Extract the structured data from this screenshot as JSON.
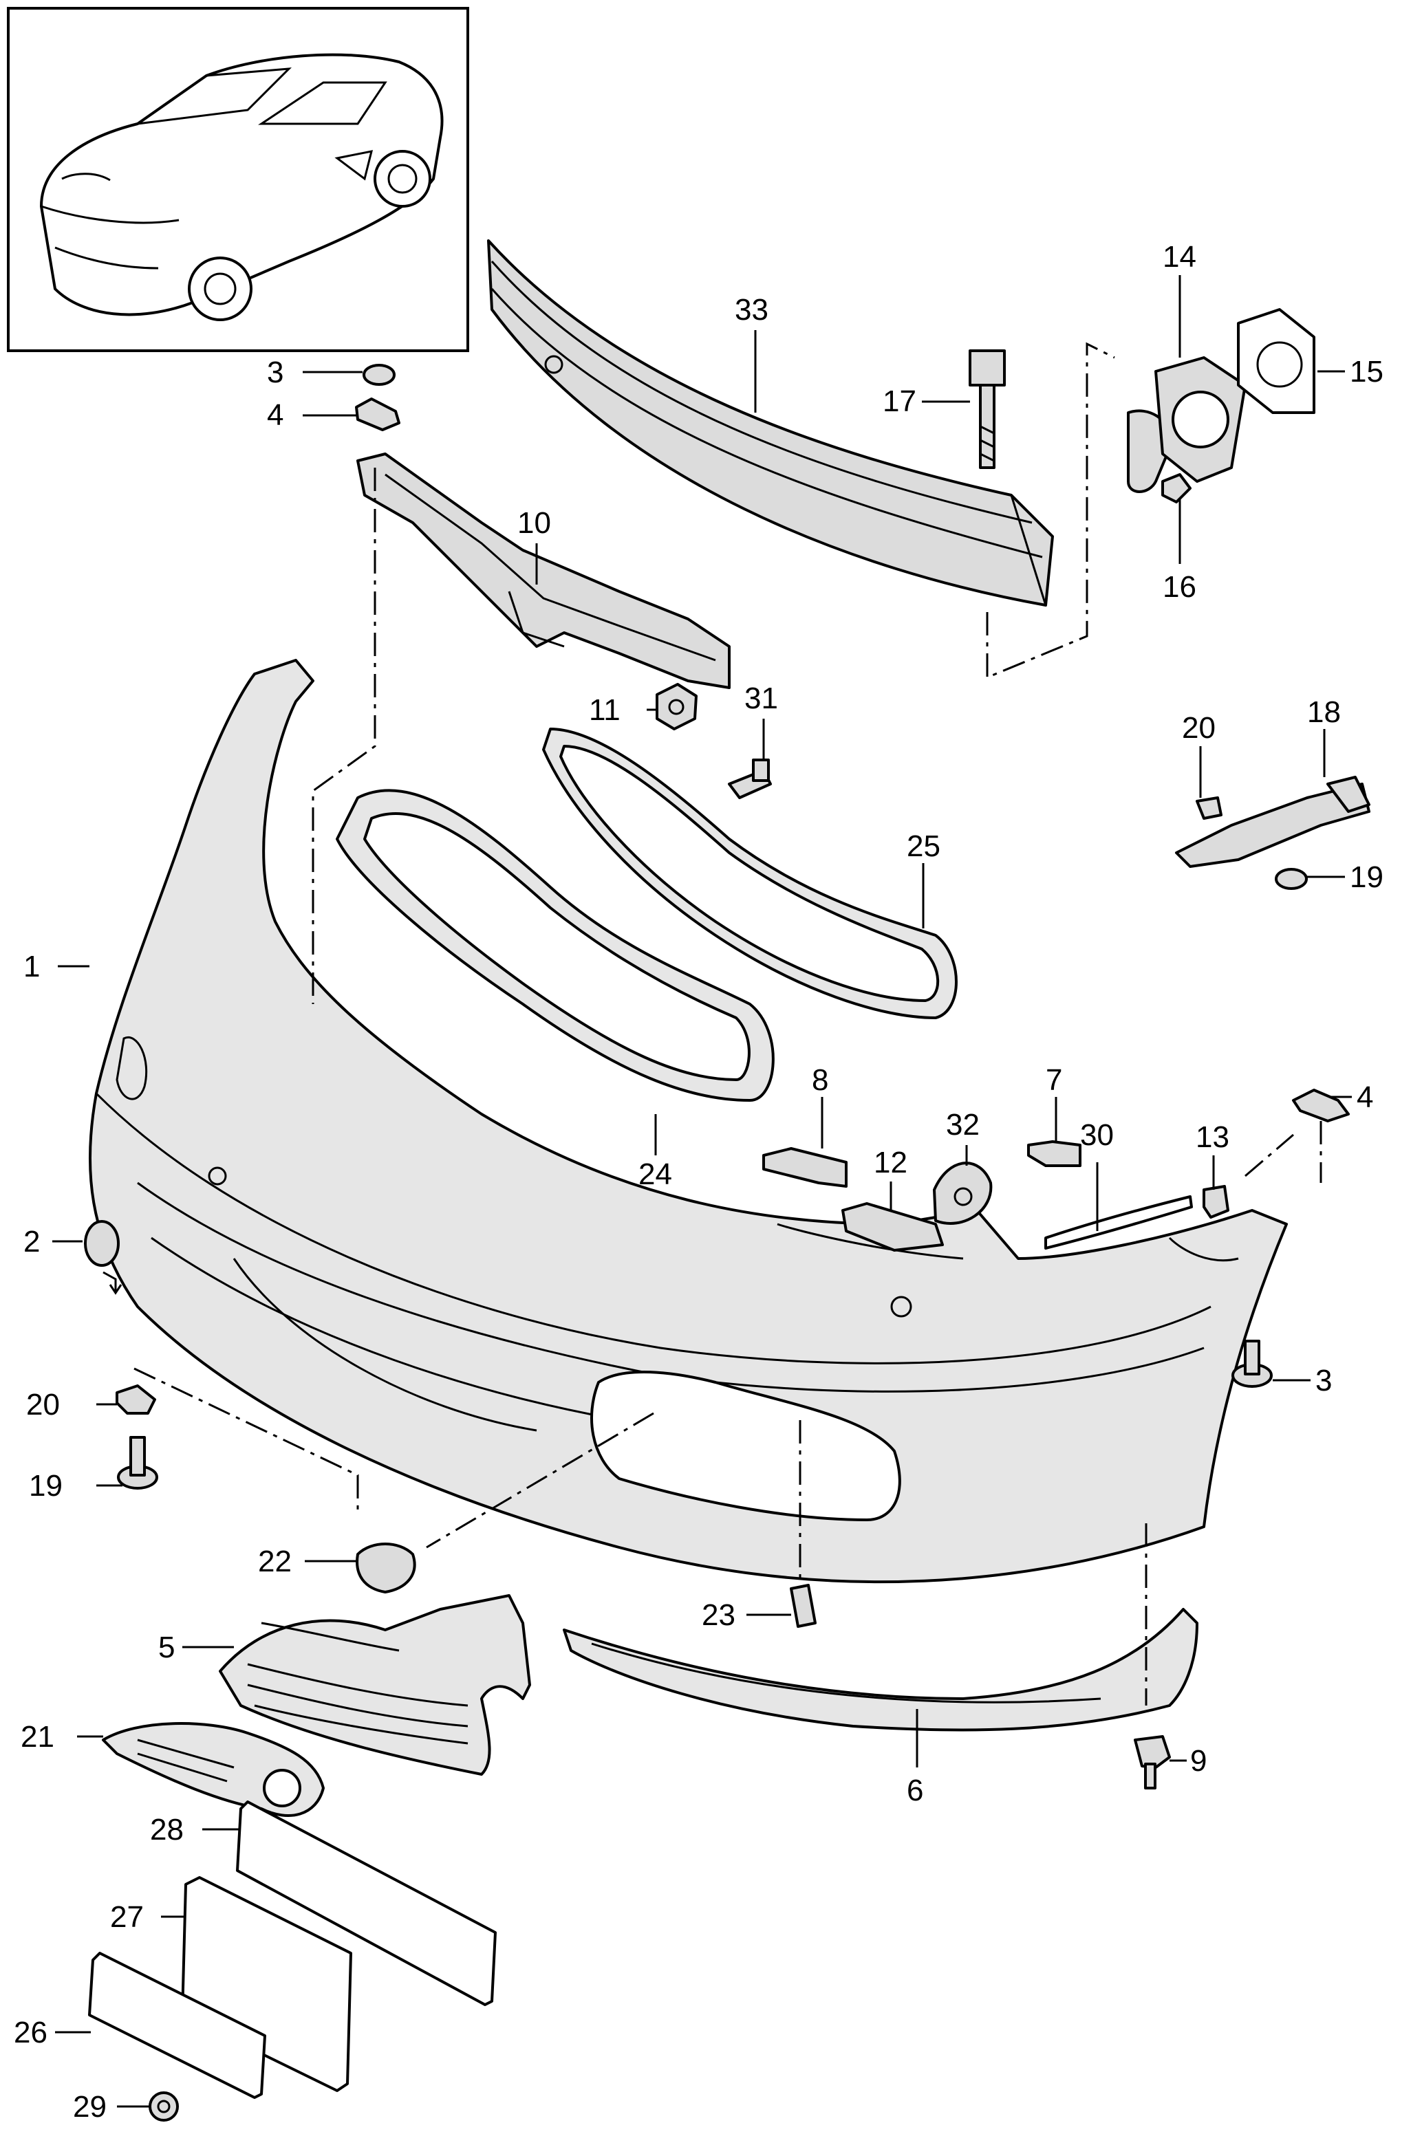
{
  "callouts": [
    {
      "id": "c1",
      "label": "1"
    },
    {
      "id": "c2",
      "label": "2"
    },
    {
      "id": "c3a",
      "label": "3"
    },
    {
      "id": "c3b",
      "label": "3"
    },
    {
      "id": "c4a",
      "label": "4"
    },
    {
      "id": "c4b",
      "label": "4"
    },
    {
      "id": "c5",
      "label": "5"
    },
    {
      "id": "c6",
      "label": "6"
    },
    {
      "id": "c7",
      "label": "7"
    },
    {
      "id": "c8",
      "label": "8"
    },
    {
      "id": "c9",
      "label": "9"
    },
    {
      "id": "c10",
      "label": "10"
    },
    {
      "id": "c11",
      "label": "11"
    },
    {
      "id": "c12",
      "label": "12"
    },
    {
      "id": "c13",
      "label": "13"
    },
    {
      "id": "c14",
      "label": "14"
    },
    {
      "id": "c15",
      "label": "15"
    },
    {
      "id": "c16",
      "label": "16"
    },
    {
      "id": "c17",
      "label": "17"
    },
    {
      "id": "c18",
      "label": "18"
    },
    {
      "id": "c19a",
      "label": "19"
    },
    {
      "id": "c19b",
      "label": "19"
    },
    {
      "id": "c20a",
      "label": "20"
    },
    {
      "id": "c20b",
      "label": "20"
    },
    {
      "id": "c21",
      "label": "21"
    },
    {
      "id": "c22",
      "label": "22"
    },
    {
      "id": "c23",
      "label": "23"
    },
    {
      "id": "c24",
      "label": "24"
    },
    {
      "id": "c25",
      "label": "25"
    },
    {
      "id": "c26",
      "label": "26"
    },
    {
      "id": "c27",
      "label": "27"
    },
    {
      "id": "c28",
      "label": "28"
    },
    {
      "id": "c29",
      "label": "29"
    },
    {
      "id": "c30",
      "label": "30"
    },
    {
      "id": "c31",
      "label": "31"
    },
    {
      "id": "c32",
      "label": "32"
    },
    {
      "id": "c33",
      "label": "33"
    }
  ]
}
